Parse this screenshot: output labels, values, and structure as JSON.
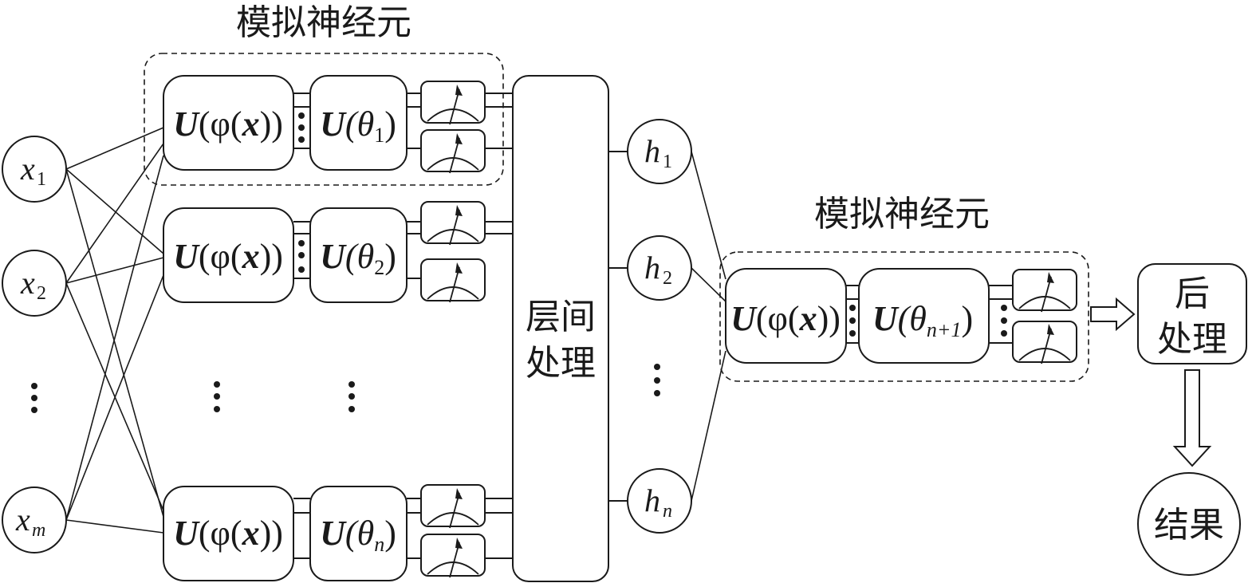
{
  "title_neuron_group_1": "模拟神经元",
  "title_neuron_group_2": "模拟神经元",
  "inputs": [
    {
      "var": "x",
      "sub": "1"
    },
    {
      "var": "x",
      "sub": "2"
    },
    {
      "var": "x",
      "sub": "m"
    }
  ],
  "input_ellipsis": "⋮",
  "neurons": [
    {
      "encoder": "U(φ(x))",
      "encoder_U": "U",
      "encoder_rest": "(φ(",
      "encoder_x": "x",
      "encoder_close": "))",
      "param_U": "U",
      "param_open": "(θ",
      "param_sub": "1",
      "param_close": ")"
    },
    {
      "encoder": "U(φ(x))",
      "encoder_U": "U",
      "encoder_rest": "(φ(",
      "encoder_x": "x",
      "encoder_close": "))",
      "param_U": "U",
      "param_open": "(θ",
      "param_sub": "2",
      "param_close": ")"
    },
    {
      "encoder": "U(φ(x))",
      "encoder_U": "U",
      "encoder_rest": "(φ(",
      "encoder_x": "x",
      "encoder_close": "))",
      "param_U": "U",
      "param_open": "(θ",
      "param_sub": "n",
      "param_close": ")"
    }
  ],
  "layer_processing": {
    "line1": "层间",
    "line2": "处理"
  },
  "hidden": [
    {
      "var": "h",
      "sub": "1"
    },
    {
      "var": "h",
      "sub": "2"
    },
    {
      "var": "h",
      "sub": "n"
    }
  ],
  "output_neuron": {
    "encoder_U": "U",
    "encoder_rest": "(φ(",
    "encoder_x": "x",
    "encoder_close": "))",
    "param_U": "U",
    "param_open": "(θ",
    "param_sub": "n+1",
    "param_close": ")"
  },
  "post_processing": {
    "line1": "后",
    "line2": "处理"
  },
  "result": "结果",
  "icons": {
    "measurement": "meter-icon",
    "arrow": "hollow-arrow-icon"
  }
}
